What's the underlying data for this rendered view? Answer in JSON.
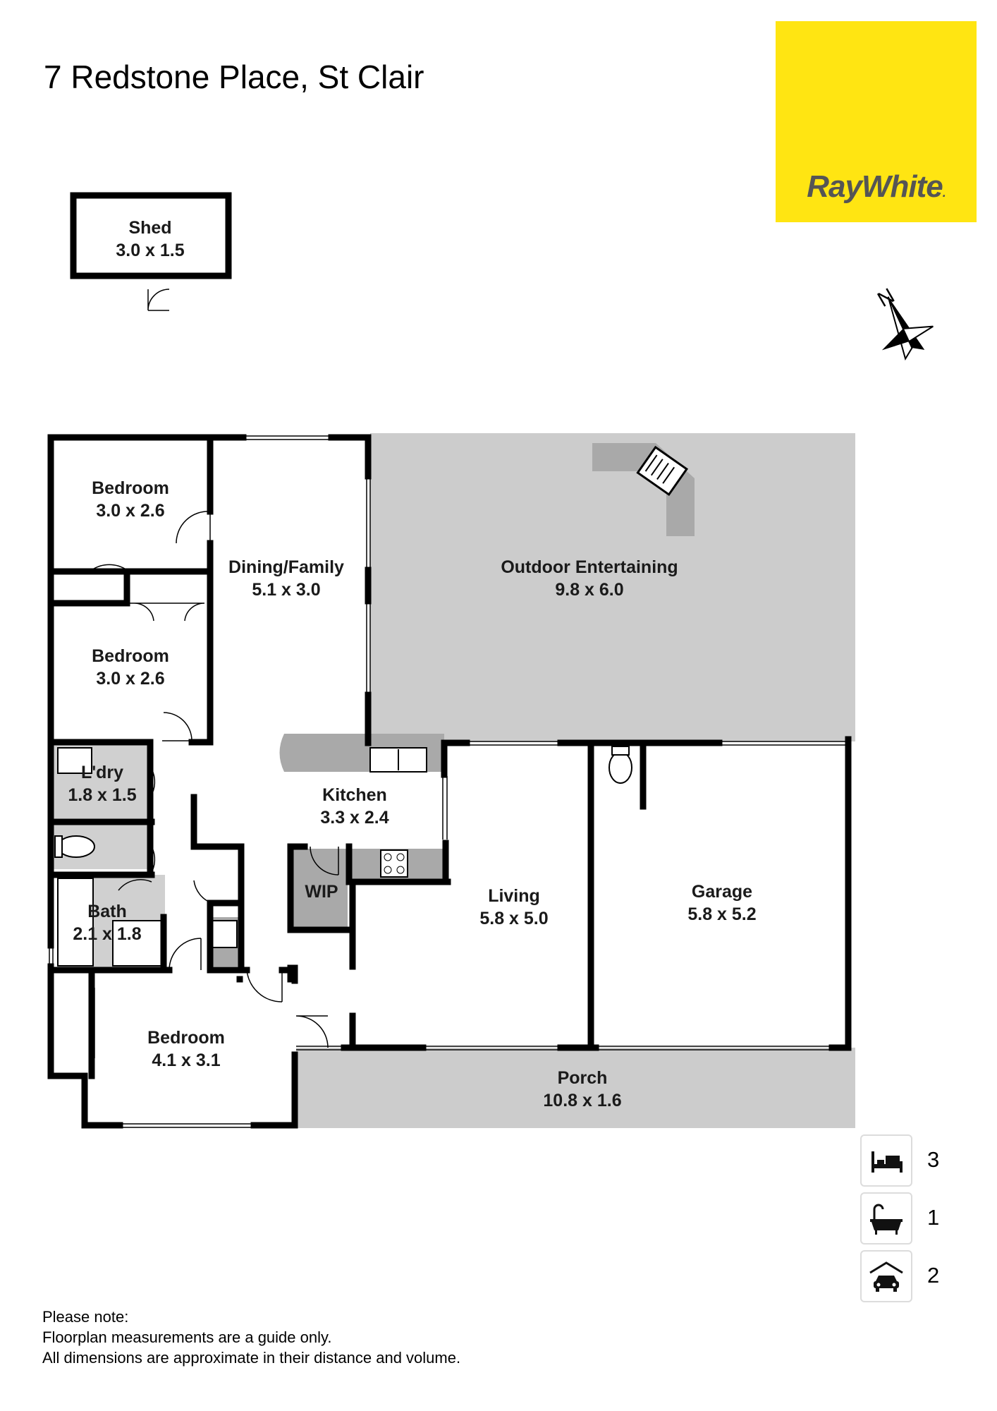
{
  "listing": {
    "address": "7 Redstone Place, St Clair",
    "agency_logo_text": "RayWhite",
    "agency_logo_mark": "."
  },
  "brand_colors": {
    "logo_background": "#ffe512",
    "logo_text": "#555555",
    "outdoor_fill": "#cccccc",
    "wall": "#000000"
  },
  "compass": {
    "label": "N",
    "icon": "north-arrow-icon"
  },
  "rooms": [
    {
      "key": "shed",
      "name": "Shed",
      "size": "3.0 x 1.5"
    },
    {
      "key": "bedroom1",
      "name": "Bedroom",
      "size": "3.0 x 2.6"
    },
    {
      "key": "bedroom2",
      "name": "Bedroom",
      "size": "3.0 x 2.6"
    },
    {
      "key": "dining",
      "name": "Dining/Family",
      "size": "5.1 x 3.0"
    },
    {
      "key": "outdoor",
      "name": "Outdoor Entertaining",
      "size": "9.8 x 6.0"
    },
    {
      "key": "laundry",
      "name": "L'dry",
      "size": "1.8 x 1.5"
    },
    {
      "key": "kitchen",
      "name": "Kitchen",
      "size": "3.3 x 2.4"
    },
    {
      "key": "wip",
      "name": "WIP",
      "size": ""
    },
    {
      "key": "bath",
      "name": "Bath",
      "size": "2.1 x 1.8"
    },
    {
      "key": "living",
      "name": "Living",
      "size": "5.8 x 5.0"
    },
    {
      "key": "garage",
      "name": "Garage",
      "size": "5.8 x 5.2"
    },
    {
      "key": "bedroom3",
      "name": "Bedroom",
      "size": "4.1 x 3.1"
    },
    {
      "key": "porch",
      "name": "Porch",
      "size": "10.8 x 1.6"
    }
  ],
  "summary": [
    {
      "icon": "bed-icon",
      "count": "3"
    },
    {
      "icon": "bath-icon",
      "count": "1"
    },
    {
      "icon": "car-icon",
      "count": "2"
    }
  ],
  "note": {
    "heading": "Please note:",
    "line1": "Floorplan measurements are a guide only.",
    "line2": "All dimensions are approximate in their distance and volume."
  }
}
